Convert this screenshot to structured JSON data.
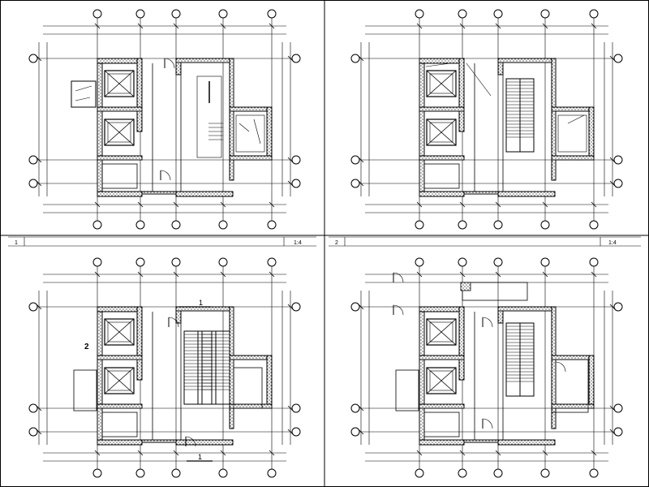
{
  "sheet": {
    "panels": [
      {
        "id": "p1",
        "index_label": "1",
        "title": "",
        "scale": "1:4"
      },
      {
        "id": "p2",
        "index_label": "2",
        "title": "",
        "scale": "1:4"
      },
      {
        "id": "p3",
        "index_label": "",
        "title": "",
        "scale": ""
      },
      {
        "id": "p4",
        "index_label": "",
        "title": "",
        "scale": ""
      }
    ],
    "section_marks": {
      "top": "1",
      "side": "2",
      "bottom": "1"
    }
  }
}
